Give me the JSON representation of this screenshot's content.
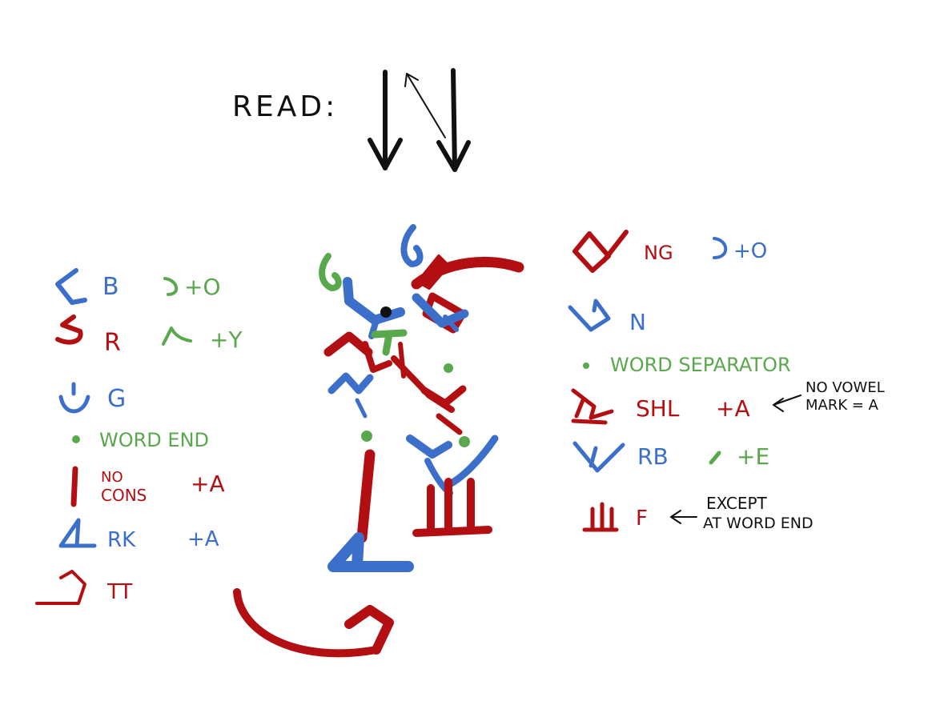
{
  "colors": {
    "red": "#b30f12",
    "blue": "#3b6fc9",
    "green": "#5aa84d",
    "black": "#111111"
  },
  "header": {
    "read_label": "READ:"
  },
  "legend_left": {
    "b": {
      "consonant": "B",
      "vowel": "+O"
    },
    "r": {
      "consonant": "R",
      "vowel": "+Y"
    },
    "g": {
      "consonant": "G"
    },
    "word_end": "WORD END",
    "no_cons": {
      "line1": "NO",
      "line2": "CONS",
      "vowel": "+A"
    },
    "rk": {
      "consonant": "RK",
      "vowel": "+A"
    },
    "tt": {
      "consonant": "TT"
    }
  },
  "legend_right": {
    "ng": {
      "consonant": "NG",
      "vowel": "+O"
    },
    "n": {
      "consonant": "N"
    },
    "word_separator": "WORD SEPARATOR",
    "shl": {
      "consonant": "SHL",
      "vowel": "+A",
      "note_line1": "NO VOWEL",
      "note_line2": "MARK = A"
    },
    "rb": {
      "consonant": "RB",
      "vowel": "+E"
    },
    "f": {
      "consonant": "F",
      "note_line1": "EXCEPT",
      "note_line2": "AT WORD END"
    }
  }
}
